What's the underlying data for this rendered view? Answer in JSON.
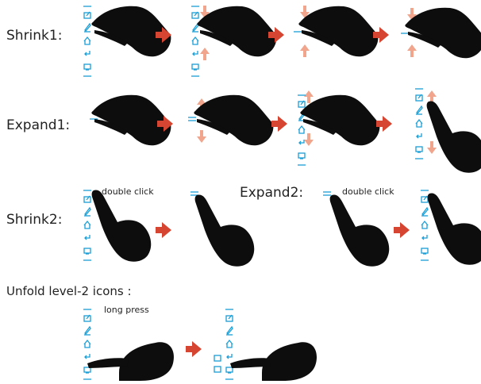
{
  "labels": {
    "shrink1": "Shrink1:",
    "expand1": "Expand1:",
    "shrink2": "Shrink2:",
    "expand2": "Expand2:",
    "unfold": "Unfold level-2 icons :",
    "double_click": "double click",
    "long_press": "long press"
  },
  "colors": {
    "hand": "#0d0d0d",
    "arrow": "#d64531",
    "pinch_arrow": "#f0a58c",
    "icon": "#1a9fd6"
  },
  "icons": [
    "pen-icon",
    "home-icon",
    "back-icon",
    "screen-icon"
  ]
}
